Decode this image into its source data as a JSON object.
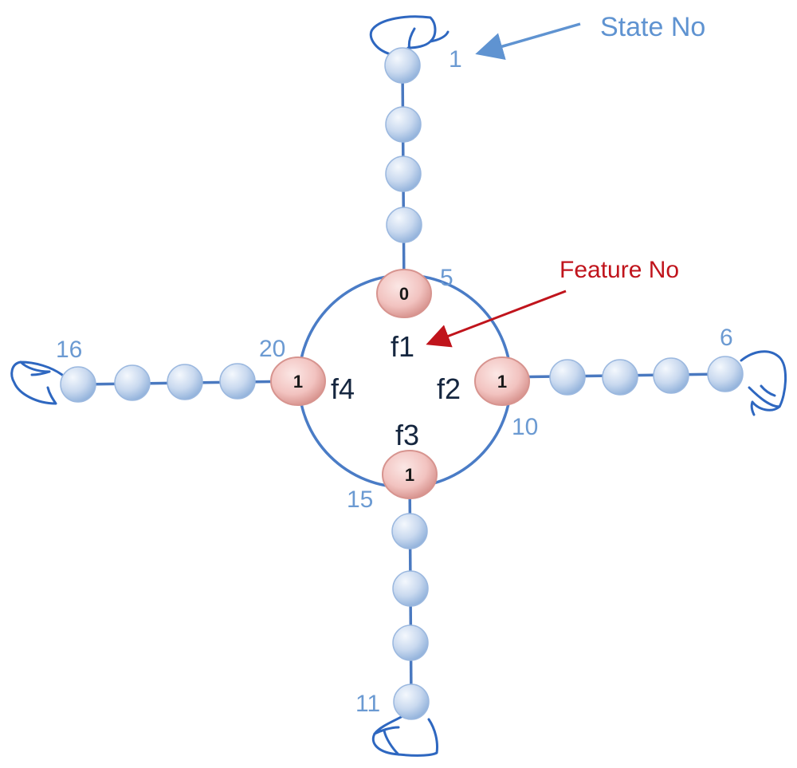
{
  "diagram": {
    "annotations": {
      "state_no": "State No",
      "feature_no": "Feature No",
      "colors": {
        "state": "#5f93d1",
        "feature": "#c0141c"
      }
    },
    "features": [
      {
        "name": "f1",
        "state_label": "5",
        "value": "0"
      },
      {
        "name": "f2",
        "state_label": "10",
        "value": "1"
      },
      {
        "name": "f3",
        "state_label": "15",
        "value": "1"
      },
      {
        "name": "f4",
        "state_label": "20",
        "value": "1"
      }
    ],
    "chains": [
      {
        "end_label": "1"
      },
      {
        "end_label": "6"
      },
      {
        "end_label": "11"
      },
      {
        "end_label": "16"
      }
    ],
    "colors": {
      "state_node": "#c9d9ef",
      "feature_node": "#f2c3c0",
      "edge": "#4a79c0"
    }
  }
}
